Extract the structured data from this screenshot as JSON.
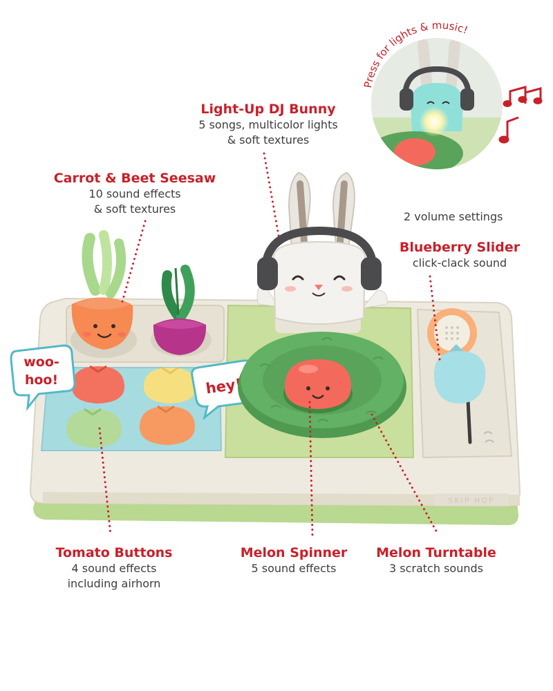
{
  "labels": {
    "dj_bunny": {
      "title": "Light-Up DJ Bunny",
      "line1": "5 songs, multicolor lights",
      "line2": "& soft textures"
    },
    "seesaw": {
      "title": "Carrot & Beet Seesaw",
      "line1": "10 sound effects",
      "line2": "& soft textures"
    },
    "volume": {
      "text": "2 volume settings"
    },
    "slider": {
      "title": "Blueberry Slider",
      "line1": "click-clack sound"
    },
    "tomato": {
      "title": "Tomato Buttons",
      "line1": "4 sound effects",
      "line2": "including airhorn"
    },
    "spinner": {
      "title": "Melon Spinner",
      "line1": "5 sound effects"
    },
    "turntable": {
      "title": "Melon Turntable",
      "line1": "3 scratch sounds"
    }
  },
  "inset": {
    "curved_text": "Press for lights & music!"
  },
  "bubbles": {
    "left": "woo-hoo!",
    "left_line1": "woo-",
    "left_line2": "hoo!",
    "right": "hey!"
  },
  "brand": "SKIP HOP",
  "colors": {
    "accent_red": "#c8202a",
    "base_cream": "#eeeae0",
    "base_green": "#c9df9e",
    "pad_blue": "#a6dbe0",
    "turntable_green": "#5aa35a"
  }
}
